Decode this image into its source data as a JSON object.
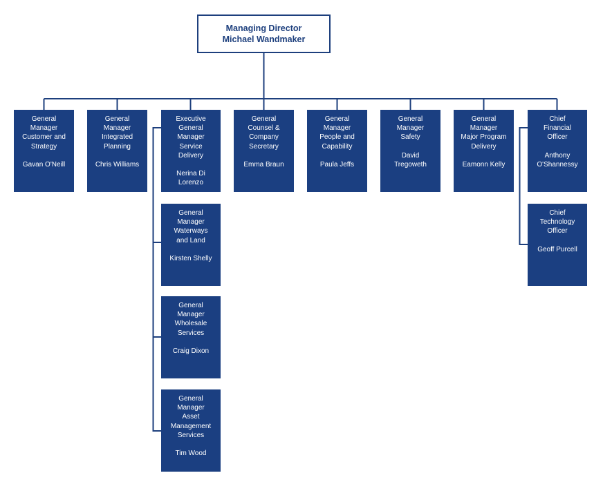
{
  "managing_director": {
    "title": "Managing Director",
    "name": "Michael Wandmaker"
  },
  "positions": [
    {
      "role": "General\nManager\nCustomer and\nStrategy",
      "name": "Gavan O'Neill"
    },
    {
      "role": "General\nManager\nIntegrated\nPlanning",
      "name": "Chris Williams"
    },
    {
      "role": "Executive\nGeneral\nManager\nService\nDelivery",
      "name": "Nerina Di\nLorenzo"
    },
    {
      "role": "General\nCounsel &\nCompany\nSecretary",
      "name": "Emma Braun"
    },
    {
      "role": "General\nManager\nPeople and\nCapability",
      "name": "Paula Jeffs"
    },
    {
      "role": "General\nManager\nSafety",
      "name": "David\nTregoweth"
    },
    {
      "role": "General\nManager\nMajor Program\nDelivery",
      "name": "Eamonn Kelly"
    },
    {
      "role": "Chief\nFinancial\nOfficer",
      "name": "Anthony\nO'Shannessy"
    },
    {
      "role": "General\nManager\nWaterways\nand Land",
      "name": "Kirsten Shelly"
    },
    {
      "role": "General\nManager\nWholesale\nServices",
      "name": "Craig Dixon"
    },
    {
      "role": "General\nManager\nAsset\nManagement\nServices",
      "name": "Tim Wood"
    },
    {
      "role": "Chief\nTechnology\nOfficer",
      "name": "Geoff Purcell"
    }
  ],
  "colors": {
    "box_fill": "#1b3f81",
    "line": "#1d3f7d",
    "text_on_box": "#ffffff"
  }
}
